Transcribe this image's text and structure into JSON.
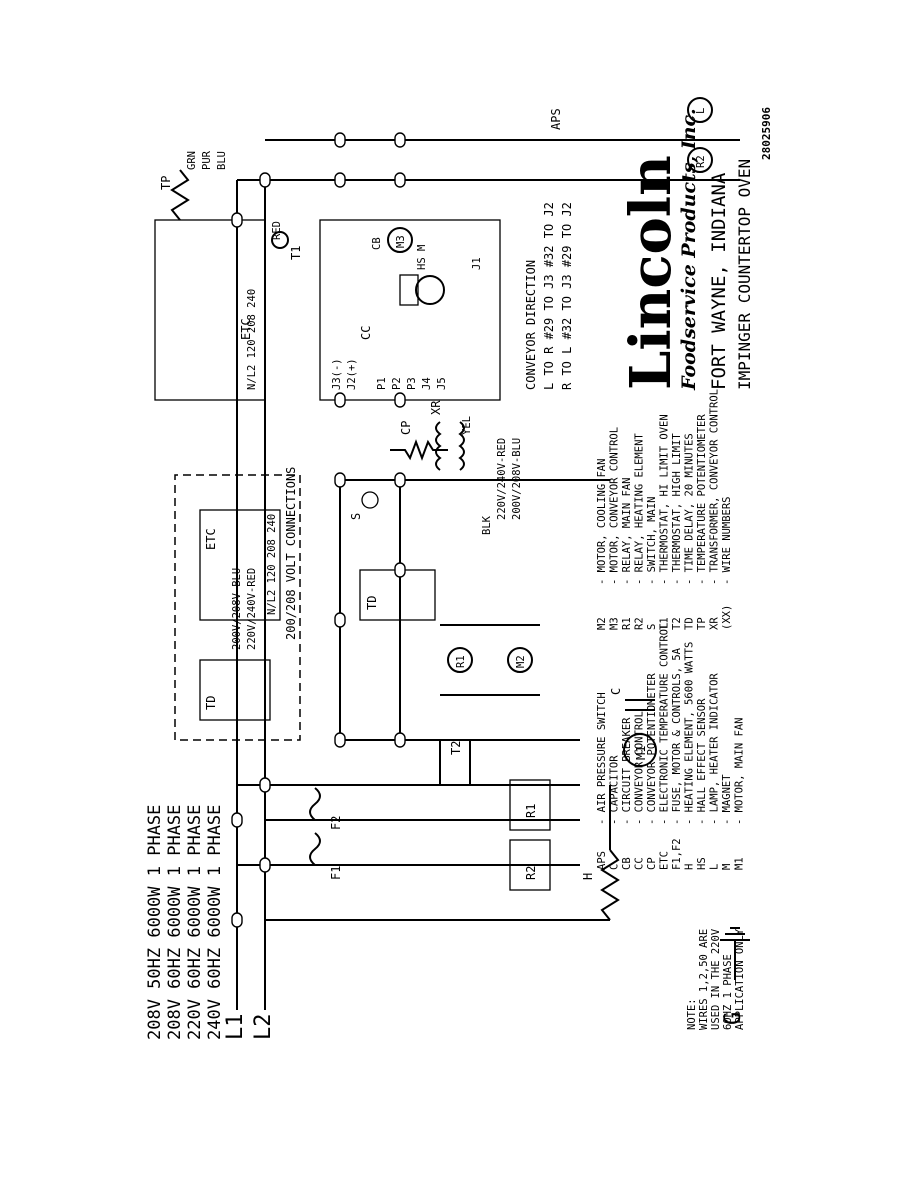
{
  "voltage_header": {
    "lines": [
      "208V 50HZ 6000W 1 PHASE",
      "208V 60HZ 6000W 1 PHASE",
      "220V 60HZ 6000W 1 PHASE",
      "240V 60HZ 6000W 1 PHASE"
    ],
    "line_1": "L1",
    "line_2": "L2",
    "ground": "G"
  },
  "note": {
    "lines": [
      "NOTE:",
      "WIRES 1,2,50 ARE",
      "USED IN THE 220V",
      "60HZ 1 PHASE",
      "APPLICATION ONLY"
    ]
  },
  "legend_left": [
    {
      "code": "APS",
      "desc": "- AIR PRESSURE SWITCH"
    },
    {
      "code": "C",
      "desc": "- CAPACITOR"
    },
    {
      "code": "CB",
      "desc": "- CIRCUIT BREAKER"
    },
    {
      "code": "CC",
      "desc": "- CONVEYOR CONTROL"
    },
    {
      "code": "CP",
      "desc": "- CONVEYOR POTENTIOMETER"
    },
    {
      "code": "ETC",
      "desc": "- ELECTRONIC TEMPERATURE CONTROL"
    },
    {
      "code": "F1,F2",
      "desc": "- FUSE, MOTOR & CONTROLS, 5A"
    },
    {
      "code": "H",
      "desc": "- HEATING ELEMENT, 5600 WATTS"
    },
    {
      "code": "HS",
      "desc": "- HALL EFFECT SENSOR"
    },
    {
      "code": "L",
      "desc": "- LAMP, HEATER INDICATOR"
    },
    {
      "code": "M",
      "desc": "- MAGNET"
    },
    {
      "code": "M1",
      "desc": "- MOTOR, MAIN FAN"
    }
  ],
  "legend_right": [
    {
      "code": "M2",
      "desc": "- MOTOR, COOLING FAN"
    },
    {
      "code": "M3",
      "desc": "- MOTOR, CONVEYOR CONTROL"
    },
    {
      "code": "R1",
      "desc": "- RELAY, MAIN FAN"
    },
    {
      "code": "R2",
      "desc": "- RELAY, HEATING ELEMENT"
    },
    {
      "code": "S",
      "desc": "- SWITCH, MAIN"
    },
    {
      "code": "T1",
      "desc": "- THERMOSTAT, HI LIMIT OVEN"
    },
    {
      "code": "T2",
      "desc": "- THERMOSTAT, HIGH LIMIT"
    },
    {
      "code": "TD",
      "desc": "- TIME DELAY, 20 MINUTES"
    },
    {
      "code": "TP",
      "desc": "- TEMPERATURE POTENTIOMETER"
    },
    {
      "code": "XR",
      "desc": "- TRANSFORMER, CONVEYOR CONTROL"
    },
    {
      "code": "(XX)",
      "desc": "- WIRE NUMBERS"
    }
  ],
  "inset": {
    "title": "200/208 VOLT CONNECTIONS",
    "td_label": "TD",
    "etc_label": "ETC",
    "wire_220": "220V/240V-RED",
    "wire_200": "200V/208V-BLU",
    "etc_taps": "N/L2 120 208 240"
  },
  "conveyor": {
    "title": "CONVEYOR DIRECTION",
    "line1": "L TO R #29 TO J3 #32 TO J2",
    "line2": "R TO L #32 TO J3 #29 TO J2",
    "cc_label": "CC",
    "pins": [
      "J3(-)",
      "J2(+)",
      "P1",
      "P2",
      "P3",
      "J4",
      "J5"
    ],
    "hs_label": "HS M",
    "cb_label": "CB",
    "j1": "J1"
  },
  "component_labels": {
    "F1": "F1",
    "F2": "F2",
    "T2": "T2",
    "T1": "T1",
    "APS": "APS",
    "R1": "R1",
    "R2": "R2",
    "H": "H",
    "C": "C",
    "M1": "M1",
    "M2": "M2",
    "M3": "M3",
    "S": "S",
    "TD": "TD",
    "CP": "CP",
    "XR": "XR",
    "TP": "TP",
    "ETC": "ETC",
    "L": "L",
    "BLK": "BLK",
    "YEL": "YEL",
    "GRN": "GRN",
    "PUR": "PUR",
    "BLU": "BLU",
    "RED": "RED",
    "wire_220": "220V/240V-RED",
    "wire_200": "200V/208V-BLU",
    "etc_taps": "N/L2 120 208 240"
  },
  "brand": {
    "logo": "Lincoln",
    "company": "Foodservice Products, Inc.",
    "city": "FORT WAYNE, INDIANA",
    "product": "IMPINGER COUNTERTOP OVEN"
  },
  "doc_number": "28025906"
}
